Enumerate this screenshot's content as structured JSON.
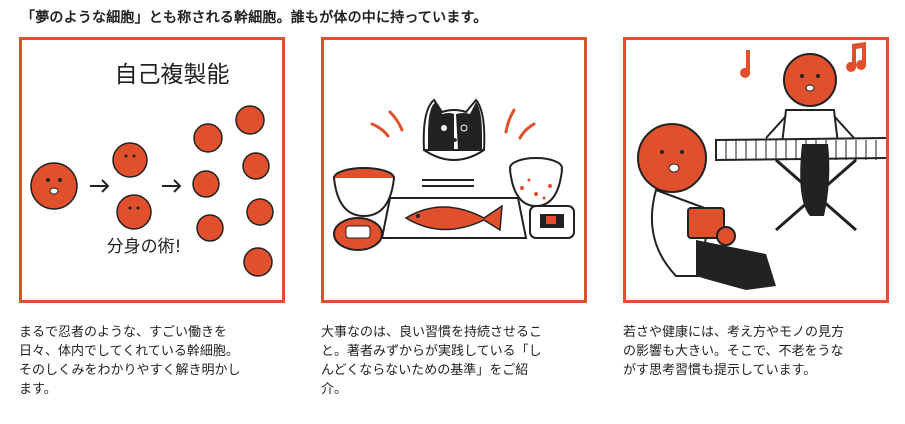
{
  "headline": "「夢のような細胞」とも称される幹細胞。誰もが体の中に持っています。",
  "panels": [
    {
      "illustration_title": "自己複製能",
      "illustration_subtitle": "分身の術!",
      "caption_lines": [
        "まるで忍者のような、すごい働きを",
        "日々、体内でしてくれている幹細胞。",
        "そのしくみをわかりやすく解き明かし",
        "ます。"
      ]
    },
    {
      "caption_lines": [
        "大事なのは、良い習慣を持続させるこ",
        "と。著者みずからが実践している「し",
        "んどくならないための基準」をご紹",
        "介。"
      ]
    },
    {
      "caption_lines": [
        "若さや健康には、考え方やモノの見方",
        "の影響も大きい。そこで、不老をうな",
        "がす思考習慣も提示しています。"
      ]
    }
  ],
  "colors": {
    "accent": "#e0502c",
    "ink": "#222222"
  }
}
